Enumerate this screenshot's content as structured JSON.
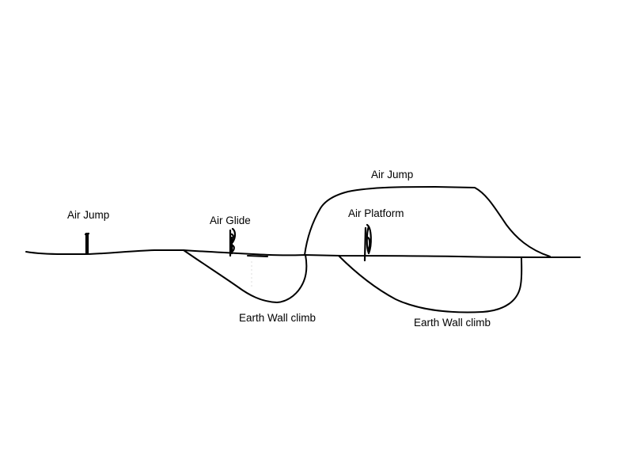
{
  "colors": {
    "ink": "#000000",
    "background": "#ffffff"
  },
  "labels": {
    "air_jump_left": "Air Jump",
    "air_glide": "Air Glide",
    "air_jump_top": "Air Jump",
    "air_platform": "Air Platform",
    "earth_wall_climb_left": "Earth Wall climb",
    "earth_wall_climb_right": "Earth Wall climb"
  }
}
